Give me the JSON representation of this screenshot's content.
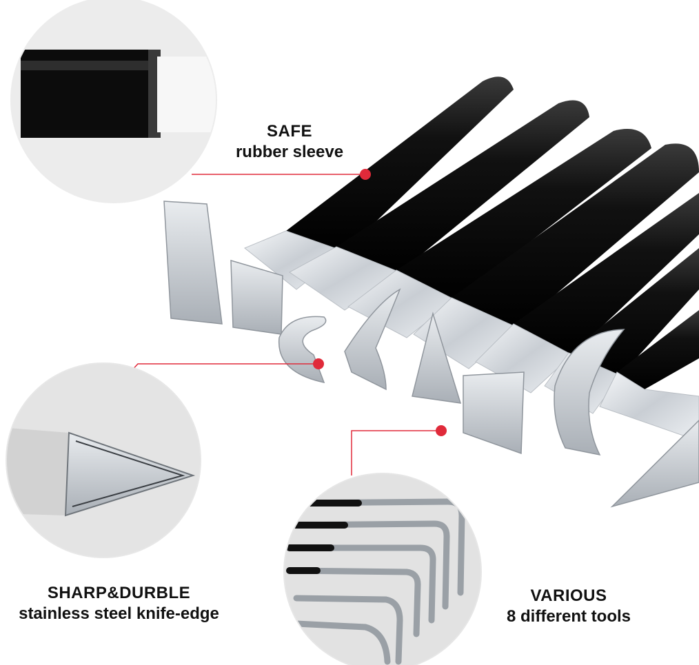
{
  "features": [
    {
      "title": "SAFE",
      "subtitle": "rubber sleeve"
    },
    {
      "title": "SHARP&DURBLE",
      "subtitle": "stainless steel knife-edge"
    },
    {
      "title": "VARIOUS",
      "subtitle": "8 different tools"
    }
  ],
  "colors": {
    "accent": "#e02a3a",
    "handle": "#111111",
    "steel": "#d9dde2",
    "circle_bg": "#ebebeb"
  }
}
